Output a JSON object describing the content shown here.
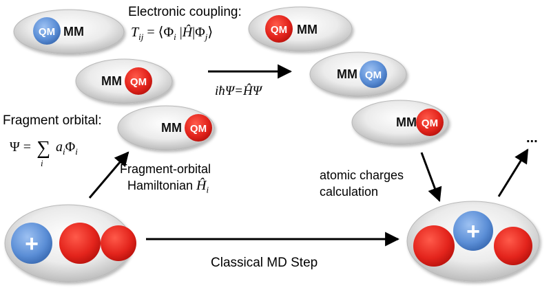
{
  "labels": {
    "qm": "QM",
    "mm": "MM",
    "plus": "+",
    "ellipsis": "..."
  },
  "text": {
    "electronic_coupling_title": "Electronic coupling:",
    "coupling_equation": "Tij = ⟨Φi|Ĥ|Φj⟩",
    "schrodinger_equation": "iħΨ=ĤΨ",
    "fragment_orbital_title": "Fragment orbital:",
    "fragment_orbital_equation": "Ψ = ∑i ai Φi",
    "hamiltonian_line1": "Fragment-orbital",
    "hamiltonian_line2": "Hamiltonian Ĥi",
    "atomic_charges_line1": "atomic charges",
    "atomic_charges_line2": "calculation",
    "classical_md_step": "Classical MD Step"
  },
  "colors": {
    "qm_red": "#e3241c",
    "qm_blue": "#5b8ed6",
    "ellipse_fill": "#d9d9d9",
    "ellipse_edge": "#b0b0b0"
  }
}
